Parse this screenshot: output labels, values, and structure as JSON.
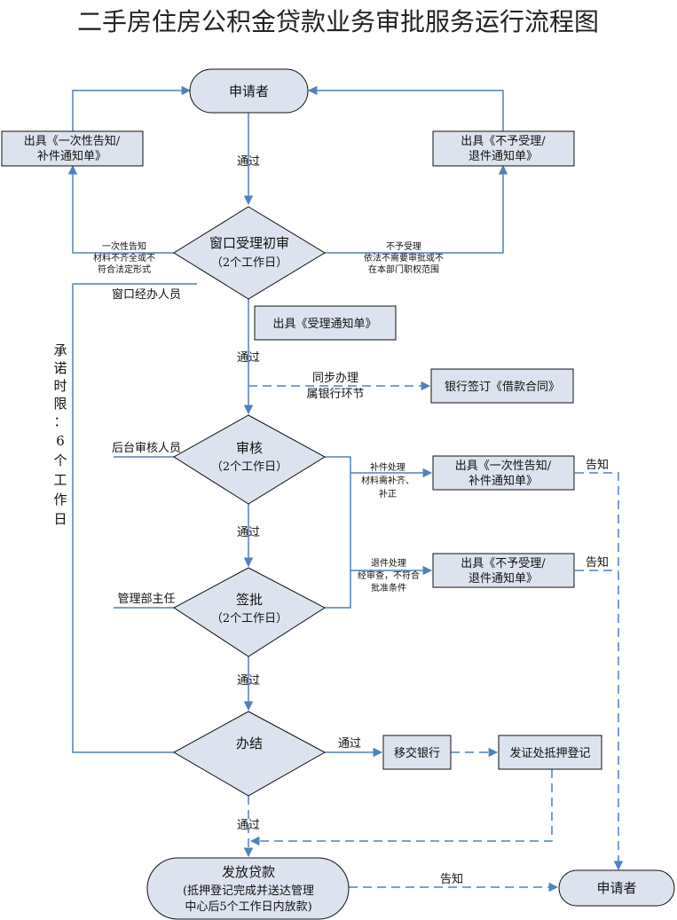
{
  "title": "二手房住房公积金贷款业务审批服务运行流程图",
  "colors": {
    "node_fill": "#dde3ee",
    "line": "#4f81bd",
    "text": "#111111"
  },
  "nodes": {
    "applicant_top": "申请者",
    "notice_supplement_left": [
      "出具《一次性告知/",
      "补件通知单》"
    ],
    "notice_reject_right": [
      "出具《不予受理/",
      "退件通知单》"
    ],
    "window_accept": [
      "窗口受理初审",
      "（2个工作日）"
    ],
    "accept_notice": "出具《受理通知单》",
    "bank_contract": "银行签订《借款合同》",
    "review": [
      "审核",
      "（2个工作日）"
    ],
    "notice_supplement_mid": [
      "出具《一次性告知/",
      "补件通知单》"
    ],
    "notice_reject_mid": [
      "出具《不予受理/",
      "退件通知单》"
    ],
    "approve": [
      "签批",
      "（2个工作日）"
    ],
    "finish": "办结",
    "transfer_bank": "移交银行",
    "mortgage_reg": "发证处抵押登记",
    "release_loan": [
      "发放贷款",
      "(抵押登记完成并送达管理",
      "中心后5个工作日内放款)"
    ],
    "applicant_bottom": "申请者"
  },
  "labels": {
    "pass_1": "通过",
    "pass_2": "通过",
    "pass_3": "通过",
    "pass_4": "通过",
    "pass_5": "通过",
    "pass_6": "通过",
    "supplement_left": [
      "一次性告知",
      "材料不齐全或不",
      "符合法定形式"
    ],
    "reject_right": [
      "不予受理",
      "依法不需要审批或不",
      "在本部门职权范围"
    ],
    "window_staff": "窗口经办人员",
    "sync_bank": [
      "同步办理",
      "属银行环节"
    ],
    "backoffice_staff": "后台审核人员",
    "supplement_mid": [
      "补件处理",
      "材料需补齐、",
      "补正"
    ],
    "reject_mid": [
      "退件处理",
      "经审查，不符合",
      "批准条件"
    ],
    "director": "管理部主任",
    "notify_1": "告知",
    "notify_2": "告知",
    "notify_3": "告知",
    "promise_time": [
      "承",
      "诺",
      "时",
      "限",
      "：",
      "6",
      "个",
      "工",
      "作",
      "日"
    ]
  }
}
